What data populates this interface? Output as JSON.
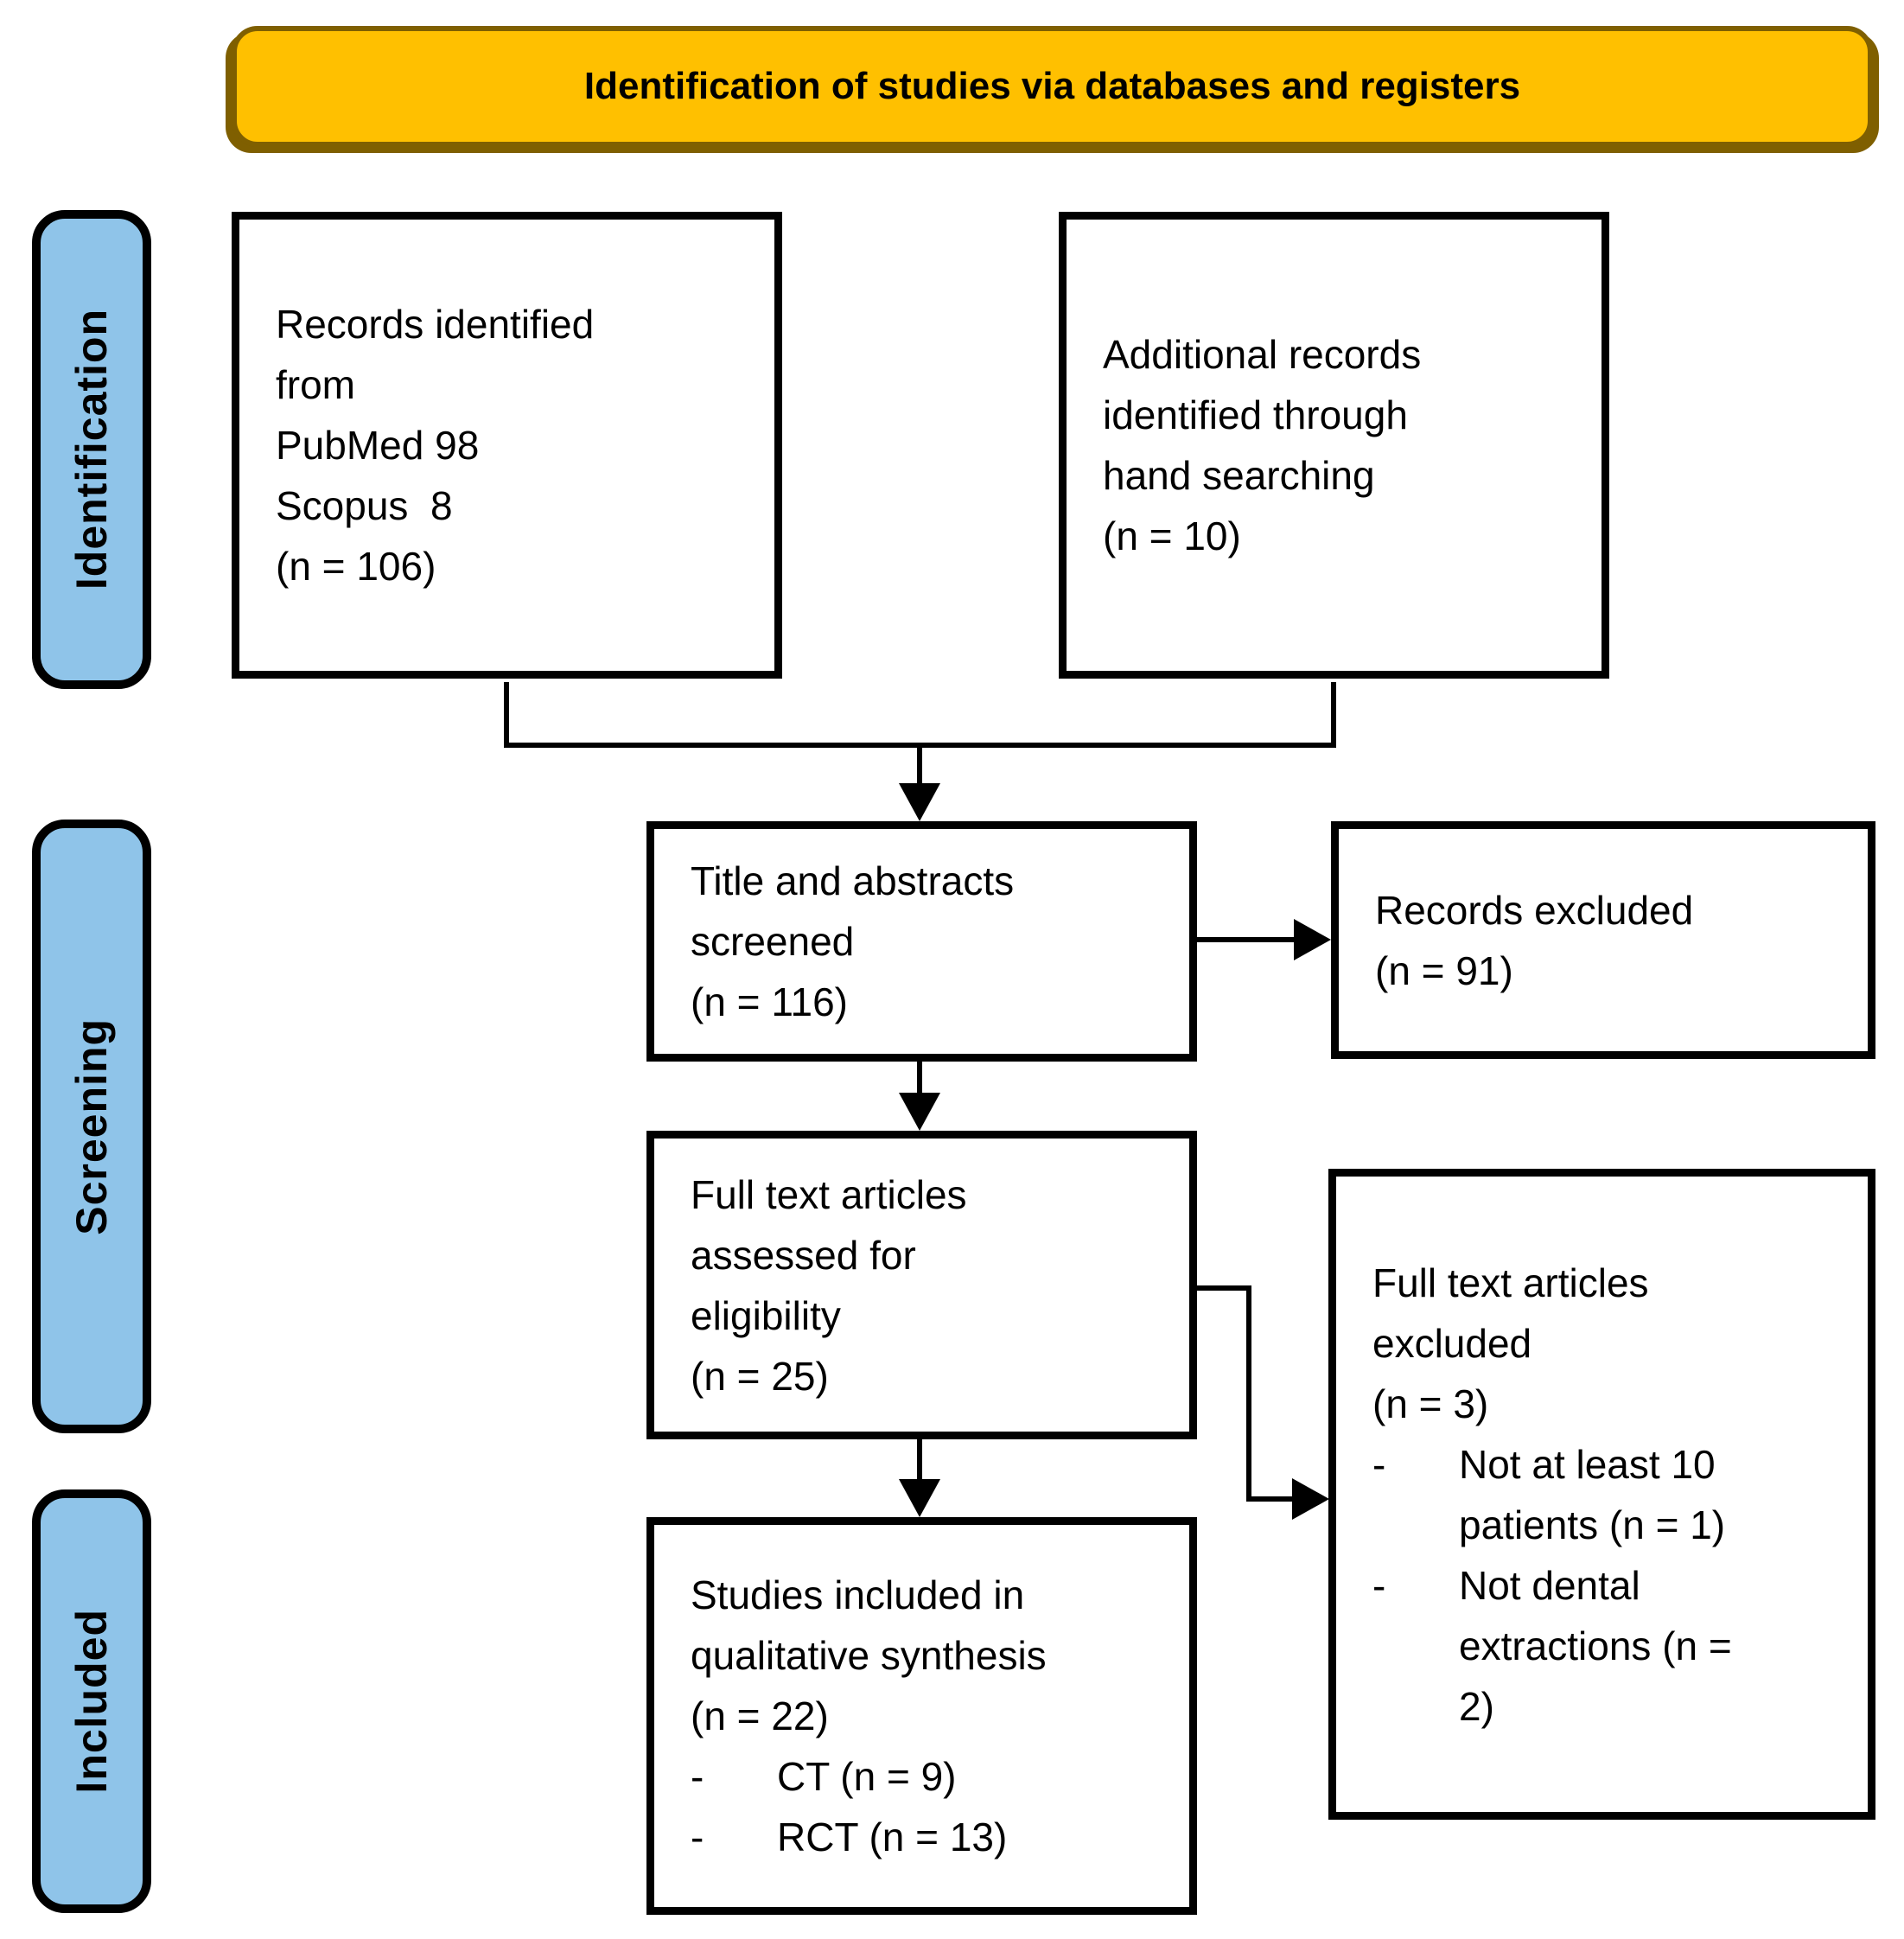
{
  "header": {
    "title": "Identification of studies via databases and registers"
  },
  "colors": {
    "banner_fill": "#FFC000",
    "banner_border": "#7F5F00",
    "stage_fill": "#8FC4E9",
    "box_border": "#000000",
    "background": "#FFFFFF"
  },
  "bullet_marker": "-",
  "stages": [
    {
      "label": "Identification"
    },
    {
      "label": "Screening"
    },
    {
      "label": "Included"
    }
  ],
  "boxes": {
    "records_identified": {
      "lines": [
        "Records identified",
        "from",
        "PubMed 98",
        "Scopus  8",
        "(n = 106)"
      ]
    },
    "additional_records": {
      "lines": [
        "Additional records",
        "identified through",
        "hand searching",
        "(n = 10)"
      ]
    },
    "title_abstracts": {
      "lines": [
        "Title and abstracts",
        "screened",
        "(n = 116)"
      ]
    },
    "records_excluded": {
      "lines": [
        "Records excluded",
        "(n = 91)"
      ]
    },
    "fulltext_assessed": {
      "lines": [
        "Full text articles",
        "assessed for",
        "eligibility",
        "(n = 25)"
      ]
    },
    "fulltext_excluded": {
      "lines": [
        "Full text articles",
        "excluded",
        "(n = 3)"
      ],
      "bullets": [
        "Not at least 10 patients (n = 1)",
        "Not dental extractions (n = 2)"
      ]
    },
    "studies_included": {
      "lines": [
        "Studies included in",
        "qualitative synthesis",
        "(n = 22)"
      ],
      "bullets": [
        "CT (n = 9)",
        "RCT (n = 13)"
      ]
    }
  }
}
